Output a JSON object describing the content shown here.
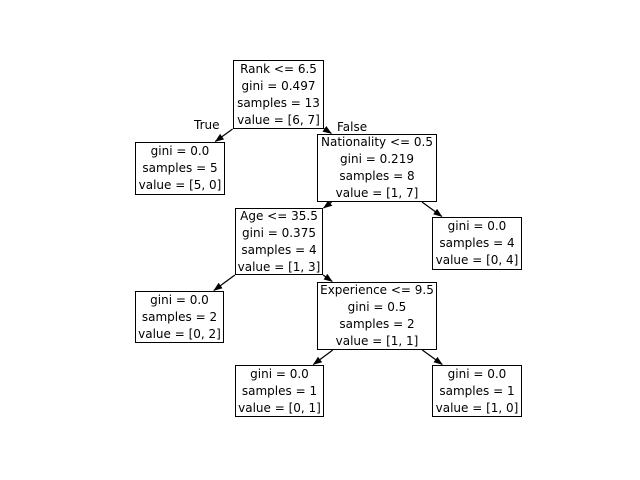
{
  "figure": {
    "background": "#ffffff"
  },
  "style": {
    "node_fill": "#ffffff",
    "node_border": "#000000",
    "text_color": "#000000",
    "arrow_color": "#000000"
  },
  "edge_labels": {
    "true": "True",
    "false": "False"
  },
  "nodes": {
    "root": {
      "lines": [
        "Rank <= 6.5",
        "gini = 0.497",
        "samples = 13",
        "value = [6, 7]"
      ]
    },
    "rank_true_leaf": {
      "lines": [
        "gini = 0.0",
        "samples = 5",
        "value = [5, 0]"
      ]
    },
    "nationality": {
      "lines": [
        "Nationality <= 0.5",
        "gini = 0.219",
        "samples = 8",
        "value = [1, 7]"
      ]
    },
    "nationality_false_leaf": {
      "lines": [
        "gini = 0.0",
        "samples = 4",
        "value = [0, 4]"
      ]
    },
    "age": {
      "lines": [
        "Age <= 35.5",
        "gini = 0.375",
        "samples = 4",
        "value = [1, 3]"
      ]
    },
    "age_true_leaf": {
      "lines": [
        "gini = 0.0",
        "samples = 2",
        "value = [0, 2]"
      ]
    },
    "experience": {
      "lines": [
        "Experience <= 9.5",
        "gini = 0.5",
        "samples = 2",
        "value = [1, 1]"
      ]
    },
    "experience_true_leaf": {
      "lines": [
        "gini = 0.0",
        "samples = 1",
        "value = [0, 1]"
      ]
    },
    "experience_false_leaf": {
      "lines": [
        "gini = 0.0",
        "samples = 1",
        "value = [1, 0]"
      ]
    }
  },
  "edges": [
    {
      "from": "root",
      "to": "rank_true_leaf",
      "label": "True"
    },
    {
      "from": "root",
      "to": "nationality",
      "label": "False"
    },
    {
      "from": "nationality",
      "to": "age",
      "label": ""
    },
    {
      "from": "nationality",
      "to": "nationality_false_leaf",
      "label": ""
    },
    {
      "from": "age",
      "to": "age_true_leaf",
      "label": ""
    },
    {
      "from": "age",
      "to": "experience",
      "label": ""
    },
    {
      "from": "experience",
      "to": "experience_true_leaf",
      "label": ""
    },
    {
      "from": "experience",
      "to": "experience_false_leaf",
      "label": ""
    }
  ]
}
